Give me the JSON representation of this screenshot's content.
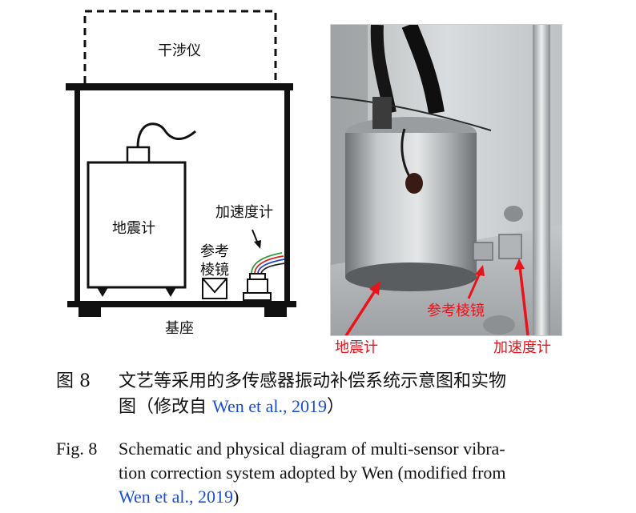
{
  "schematic": {
    "interferometer": "干涉仪",
    "seismometer": "地震计",
    "accelerometer": "加速度计",
    "reference_prism": [
      "参考",
      "棱镜"
    ],
    "base": "基座"
  },
  "photo": {
    "labels": {
      "seismometer": "地震计",
      "reference_prism": "参考棱镜",
      "accelerometer": "加速度计"
    },
    "colors": {
      "label": "#e8141c"
    }
  },
  "caption_cn": {
    "number": "图 8",
    "line1": "文艺等采用的多传感器振动补偿系统示意图和实物",
    "line2_prefix": "图（修改自 ",
    "link": "Wen et al., 2019",
    "line2_suffix": "）"
  },
  "caption_en": {
    "number": "Fig. 8",
    "line1": "Schematic and physical diagram of multi-sensor vibra-",
    "line2": "tion correction system adopted by Wen (modified from",
    "link": "Wen et al., 2019",
    "line3_suffix": ")"
  },
  "colors": {
    "link": "#1b4fd1",
    "text": "#111111"
  }
}
